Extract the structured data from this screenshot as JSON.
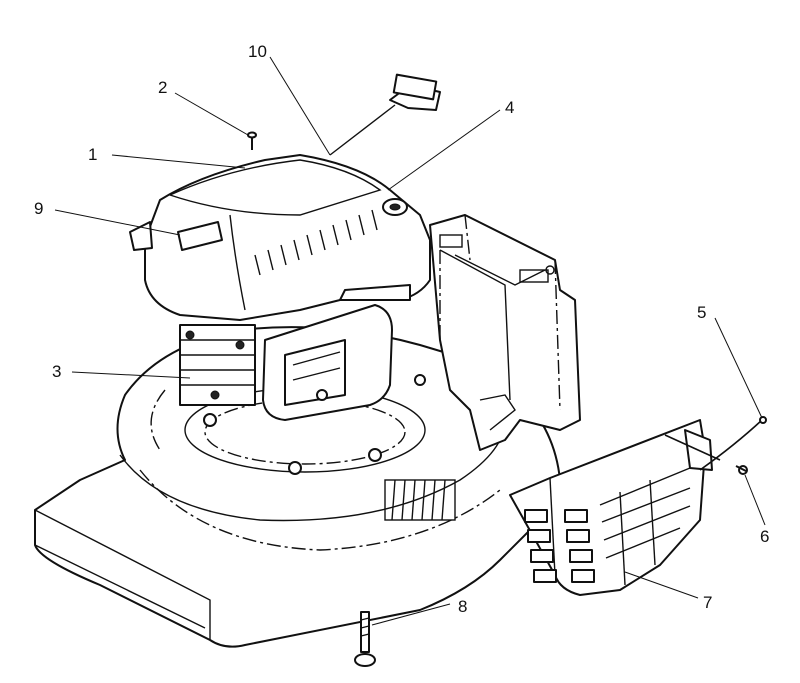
{
  "colors": {
    "line": "#111111",
    "background": "#ffffff"
  },
  "callouts": [
    {
      "id": "1",
      "label": "1"
    },
    {
      "id": "2",
      "label": "2"
    },
    {
      "id": "3",
      "label": "3"
    },
    {
      "id": "4",
      "label": "4"
    },
    {
      "id": "5",
      "label": "5"
    },
    {
      "id": "6",
      "label": "6"
    },
    {
      "id": "7",
      "label": "7"
    },
    {
      "id": "8",
      "label": "8"
    },
    {
      "id": "9",
      "label": "9"
    },
    {
      "id": "10",
      "label": "10"
    }
  ]
}
